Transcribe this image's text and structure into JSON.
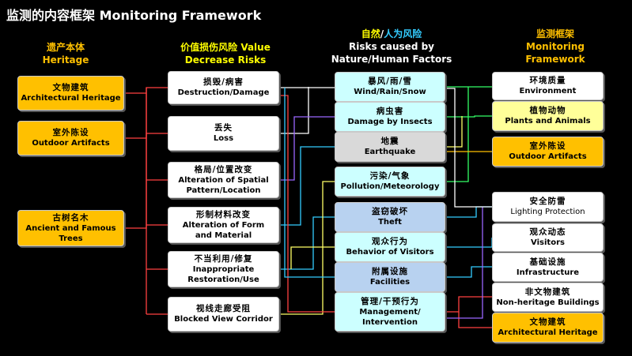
{
  "title": "监测的内容框架 Monitoring Framework",
  "colors": {
    "background": "#000000",
    "heritage_box": "#ffc000",
    "white_box": "#ffffff",
    "natural_box": "#ccffff",
    "earthquake_box": "#d9d9d9",
    "human_box": "#b8d2f0",
    "plants_box": "#ffff99",
    "heritage_header": "#ffc000",
    "value_header": "#ffff00",
    "risk_header": "#ffffff",
    "nature_word": "#ffff00",
    "human_word": "#33ccff",
    "monitor_header": "#ffc000"
  },
  "columns": {
    "heritage": {
      "line1": "遗产本体",
      "line2": "Heritage"
    },
    "value": {
      "line1": "价值损伤风险  Value",
      "line2": "Decrease Risks"
    },
    "risk": {
      "nature": "自然",
      "slash": "/",
      "human": "人为",
      "suffix": "风险",
      "line2": "Risks caused by",
      "line3": "Nature/Human Factors"
    },
    "monitor": {
      "line1": "监测框架",
      "line2": "Monitoring",
      "line3": "Framework"
    }
  },
  "heritage_items": [
    {
      "zh": "文物建筑",
      "en": "Architectural Heritage"
    },
    {
      "zh": "室外陈设",
      "en": "Outdoor Artifacts"
    },
    {
      "zh": "古树名木",
      "en": "Ancient and Famous Trees"
    }
  ],
  "value_items": [
    {
      "zh": "损毁/病害",
      "en": "Destruction/Damage"
    },
    {
      "zh": "丢失",
      "en": "Loss"
    },
    {
      "zh": "格局/位置改变",
      "en": "Alteration of Spatial Pattern/Location"
    },
    {
      "zh": "形制材料改变",
      "en": "Alteration of Form and Material"
    },
    {
      "zh": "不当利用/修复",
      "en": "Inappropriate Restoration/Use"
    },
    {
      "zh": "视线走廊受阻",
      "en": "Blocked View Corridor"
    }
  ],
  "risk_items": [
    {
      "zh": "暴风/雨/雪",
      "en": "Wind/Rain/Snow"
    },
    {
      "zh": "病虫害",
      "en": "Damage by Insects"
    },
    {
      "zh": "地震",
      "en": "Earthquake"
    },
    {
      "zh": "污染/气象",
      "en": "Pollution/Meteorology"
    },
    {
      "zh": "盗窃破坏",
      "en": "Theft"
    },
    {
      "zh": "观众行为",
      "en": "Behavior of Visitors"
    },
    {
      "zh": "附属设施",
      "en": "Facilities"
    },
    {
      "zh": "管理/干预行为",
      "en": "Management/ Intervention"
    }
  ],
  "monitor_items": [
    {
      "zh": "环境质量",
      "en": "Environment"
    },
    {
      "zh": "植物动物",
      "en": "Plants and Animals"
    },
    {
      "zh": "室外陈设",
      "en": "Outdoor Artifacts"
    },
    {
      "zh": "安全防雷",
      "en": "Lighting Protection"
    },
    {
      "zh": "观众动态",
      "en": "Visitors"
    },
    {
      "zh": "基础设施",
      "en": "Infrastructure"
    },
    {
      "zh": "非文物建筑",
      "en": "Non-heritage Buildings"
    },
    {
      "zh": "文物建筑",
      "en": "Architectural Heritage"
    }
  ]
}
